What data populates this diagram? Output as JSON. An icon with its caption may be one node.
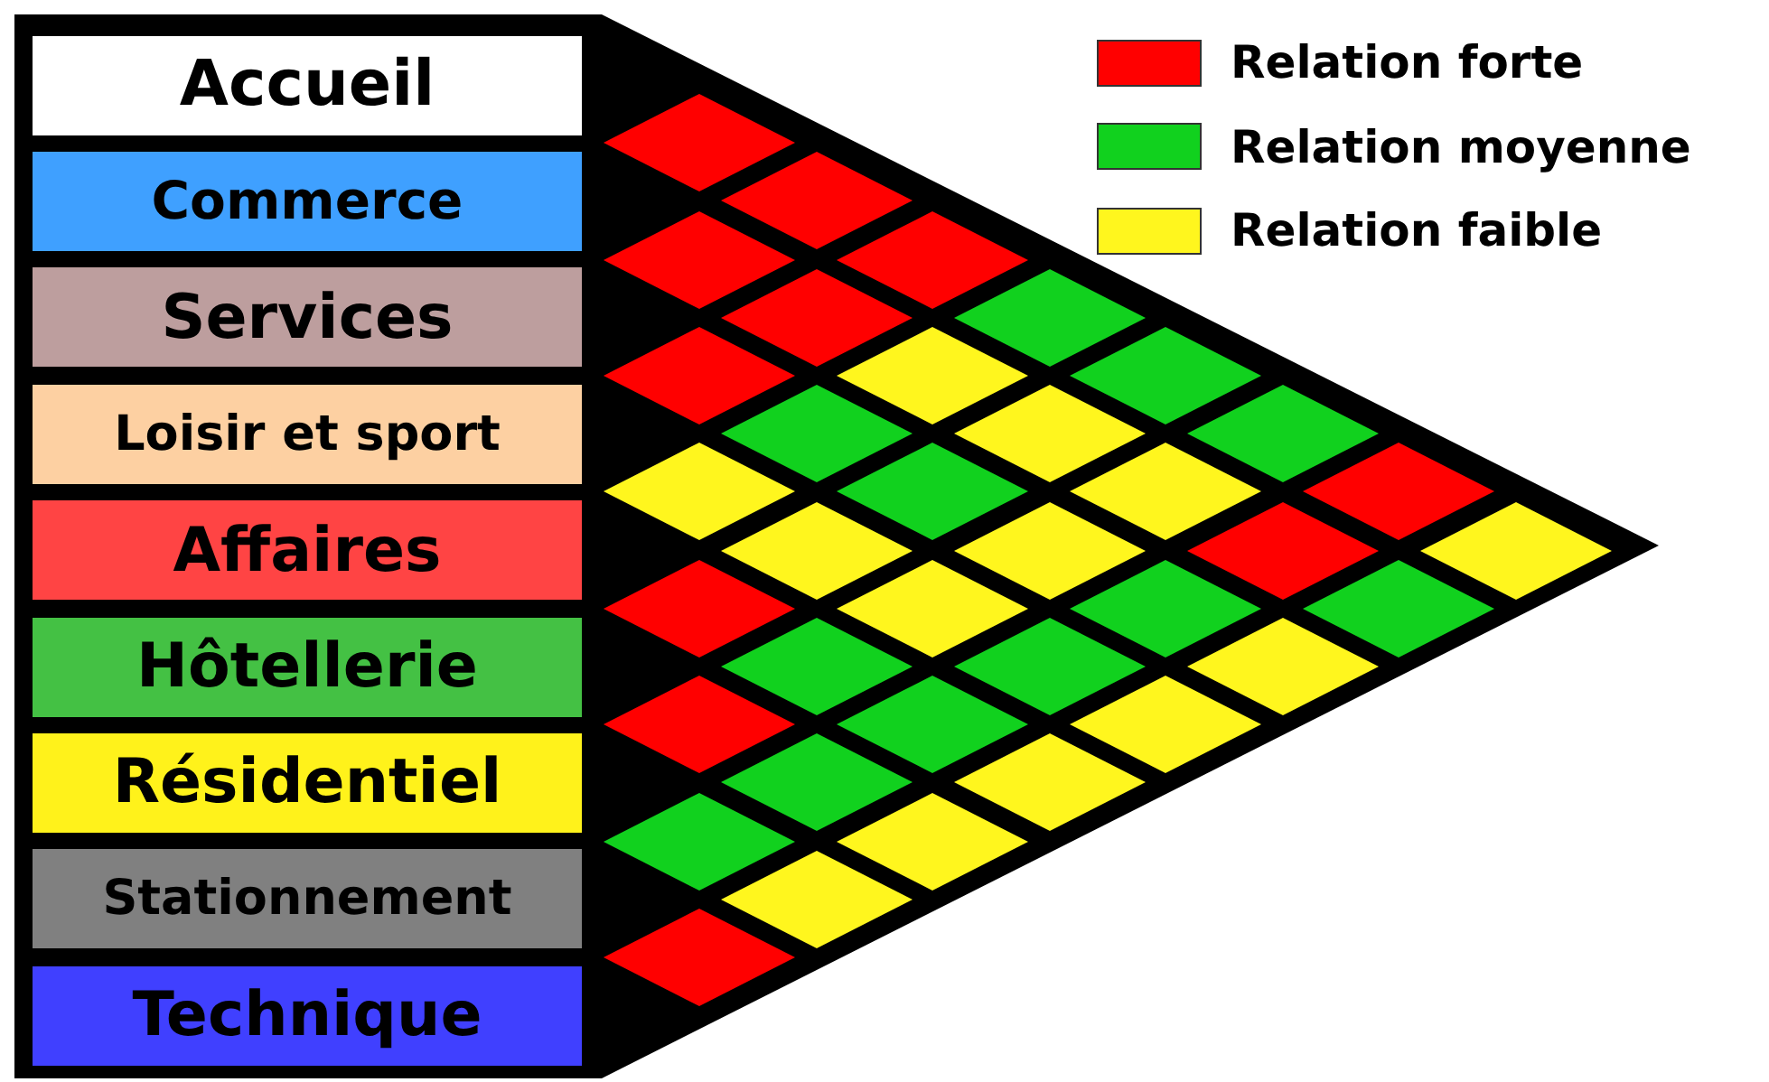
{
  "diagram": {
    "nodes": [
      {
        "text": [
          "Accueil"
        ]
      },
      {
        "text": [
          "Commerce"
        ]
      },
      {
        "text": [
          "Services"
        ]
      },
      {
        "text": [
          "Loisir et sport"
        ]
      },
      {
        "text": [
          "Affaires"
        ]
      },
      {
        "text": [
          "Hôtellerie"
        ]
      },
      {
        "text": [
          "Résidentiel"
        ]
      },
      {
        "text": [
          "Stationnement"
        ]
      },
      {
        "text": [
          "Technique"
        ]
      },
      {
        "text": [],
        "shape": "diamond"
      },
      {
        "text": [],
        "shape": "diamond"
      },
      {
        "text": [],
        "shape": "diamond"
      },
      {
        "text": [],
        "shape": "diamond"
      },
      {
        "text": [],
        "shape": "diamond"
      },
      {
        "text": [],
        "shape": "diamond"
      },
      {
        "text": [],
        "shape": "diamond"
      },
      {
        "text": [],
        "shape": "diamond"
      },
      {
        "text": [],
        "shape": "diamond"
      },
      {
        "text": [],
        "shape": "diamond"
      },
      {
        "text": [],
        "shape": "diamond"
      },
      {
        "text": [],
        "shape": "diamond"
      },
      {
        "text": [],
        "shape": "diamond"
      },
      {
        "text": [],
        "shape": "diamond"
      },
      {
        "text": [],
        "shape": "diamond"
      },
      {
        "text": [],
        "shape": "diamond"
      },
      {
        "text": [],
        "shape": "diamond"
      },
      {
        "text": [],
        "shape": "diamond"
      },
      {
        "text": [],
        "shape": "diamond"
      },
      {
        "text": [],
        "shape": "diamond"
      },
      {
        "text": [],
        "shape": "diamond"
      },
      {
        "text": [],
        "shape": "diamond"
      },
      {
        "text": [],
        "shape": "diamond"
      },
      {
        "text": [],
        "shape": "diamond"
      },
      {
        "text": [],
        "shape": "diamond"
      },
      {
        "text": [],
        "shape": "diamond"
      },
      {
        "text": [],
        "shape": "diamond"
      },
      {
        "text": [],
        "shape": "diamond"
      },
      {
        "text": [],
        "shape": "diamond"
      },
      {
        "text": [],
        "shape": "diamond"
      },
      {
        "text": [],
        "shape": "diamond"
      },
      {
        "text": [],
        "shape": "diamond"
      },
      {
        "text": [],
        "shape": "diamond"
      },
      {
        "text": [],
        "shape": "diamond"
      },
      {
        "text": [],
        "shape": "diamond"
      },
      {
        "text": [],
        "shape": "diamond"
      }
    ],
    "legend": [
      {
        "text": "Relation forte",
        "color": "#ff0000"
      },
      {
        "text": "Relation moyenne",
        "color": "#11d11e"
      },
      {
        "text": "Relation faible",
        "color": "#fff61e"
      }
    ]
  }
}
